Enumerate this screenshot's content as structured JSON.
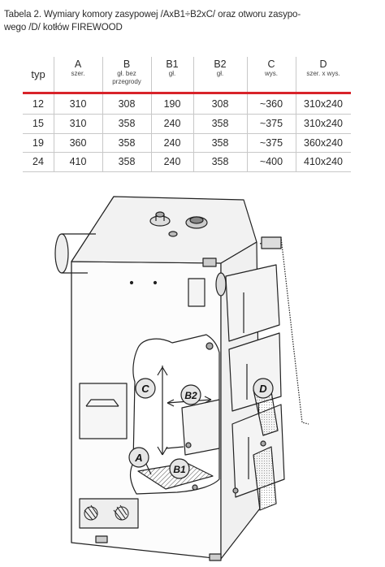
{
  "caption": {
    "line1": "Tabela 2. Wymiary komory zasypowej /AxB1÷B2xC/ oraz otworu zasypo-",
    "line2": "wego /D/ kotłów FIREWOOD"
  },
  "table": {
    "typ_header": "typ",
    "columns": [
      {
        "main": "A",
        "sub1": "szer.",
        "sub2": ""
      },
      {
        "main": "B",
        "sub1": "gł. bez",
        "sub2": "przegrody"
      },
      {
        "main": "B1",
        "sub1": "gł.",
        "sub2": ""
      },
      {
        "main": "B2",
        "sub1": "gł.",
        "sub2": ""
      },
      {
        "main": "C",
        "sub1": "wys.",
        "sub2": ""
      },
      {
        "main": "D",
        "sub1": "szer. x wys.",
        "sub2": ""
      }
    ],
    "rows": [
      [
        "12",
        "310",
        "308",
        "190",
        "308",
        "~360",
        "310x240"
      ],
      [
        "15",
        "310",
        "358",
        "240",
        "358",
        "~375",
        "310x240"
      ],
      [
        "19",
        "360",
        "358",
        "240",
        "358",
        "~375",
        "360x240"
      ],
      [
        "24",
        "410",
        "358",
        "240",
        "358",
        "~400",
        "410x240"
      ]
    ]
  },
  "diagram": {
    "labels": {
      "a": "A",
      "b1": "B1",
      "b2": "B2",
      "c": "C",
      "d": "D"
    }
  }
}
